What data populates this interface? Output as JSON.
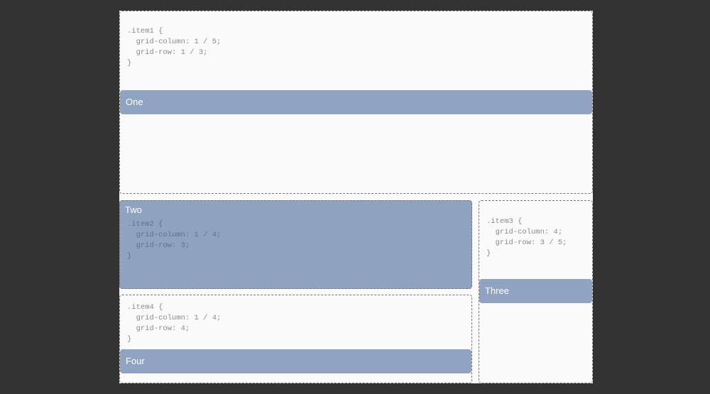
{
  "items": [
    {
      "label": "One",
      "code": ".item1 {\n  grid-column: 1 / 5;\n  grid-row: 1 / 3;\n}"
    },
    {
      "label": "Two",
      "code": ".item2 {\n  grid-column: 1 / 4;\n  grid-row: 3;\n}"
    },
    {
      "label": "Three",
      "code": ".item3 {\n  grid-column: 4;\n  grid-row: 3 / 5;\n}"
    },
    {
      "label": "Four",
      "code": ".item4 {\n  grid-column: 1 / 4;\n  grid-row: 4;\n}"
    }
  ],
  "colors": {
    "item_fill": "#8fa2c0",
    "background": "#333333",
    "panel": "#fafafa"
  }
}
